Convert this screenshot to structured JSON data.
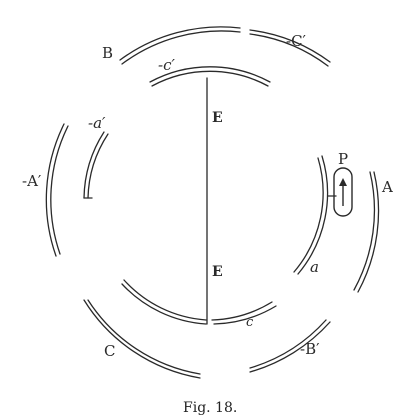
{
  "figure": {
    "caption": "Fig. 18.",
    "ink_color": "#2a2a2a",
    "outer_coil_labels": {
      "A": "A",
      "A_prime": "-A′",
      "B": "B",
      "B_prime": "-B′",
      "C": "C",
      "C_prime": "-C′"
    },
    "inner_coil_labels": {
      "a": "a",
      "a_prime": "-a′",
      "c": "c",
      "c_prime": "-c′"
    },
    "diameter_labels": {
      "E_top": "E",
      "E_bottom": "E"
    },
    "pole_label": "P"
  }
}
